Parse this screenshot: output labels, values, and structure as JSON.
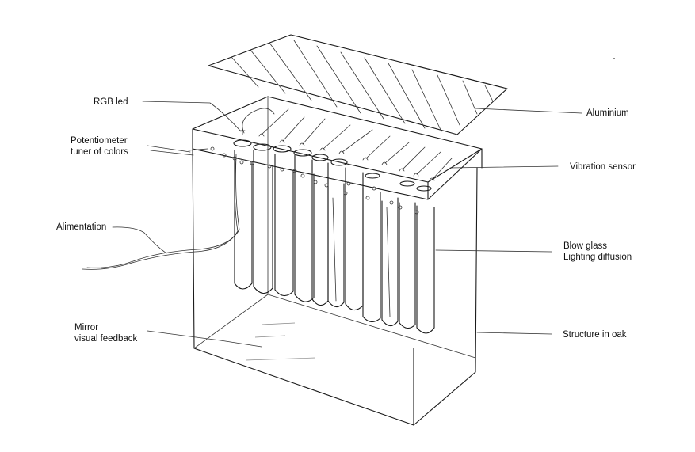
{
  "labels": {
    "rgb_led": "RGB led",
    "potentiometer_line1": "Potentiometer",
    "potentiometer_line2": "tuner of colors",
    "alimentation": "Alimentation",
    "mirror_line1": "Mirror",
    "mirror_line2": "visual feedback",
    "aluminium": "Aluminium",
    "vibration_sensor": "Vibration sensor",
    "blow_glass_line1": "Blow glass",
    "blow_glass_line2": "Lighting diffusion",
    "structure": "Structure in oak"
  },
  "colors": {
    "ink": "#1a1a1a",
    "background": "#ffffff"
  }
}
